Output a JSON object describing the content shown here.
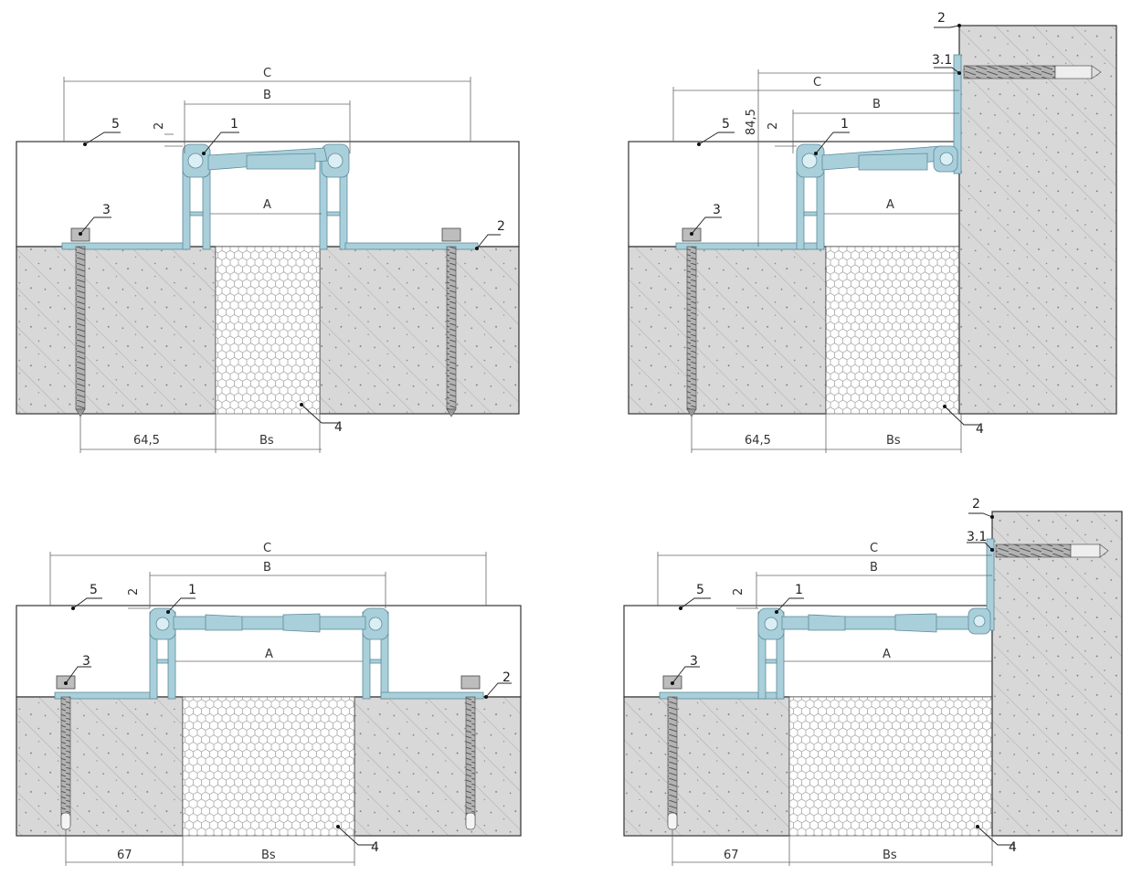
{
  "colors": {
    "profile": "#a9cfdb",
    "profile_stroke": "#5d8a99",
    "concrete": "#d8d8d8",
    "hatch": "#9a9a9a",
    "bolt": "#8c8c8c"
  },
  "icons": [
    "anchor-bolt-icon",
    "honeycomb-filler-icon",
    "concrete-hatch-icon"
  ],
  "panels": [
    {
      "label_profile": "1",
      "label_finish": "2",
      "label_anchor": "3",
      "label_filler": "4",
      "label_cover": "5",
      "dim_c": "C",
      "dim_b": "B",
      "dim_a": "A",
      "dim_bs": "Bs",
      "dim_offset": "64,5",
      "dim_gap": "2"
    },
    {
      "label_profile": "1",
      "label_finish": "2",
      "label_wall_anchor": "3.1",
      "label_anchor": "3",
      "label_filler": "4",
      "label_cover": "5",
      "dim_c": "C",
      "dim_b": "B",
      "dim_a": "A",
      "dim_bs": "Bs",
      "dim_offset": "64,5",
      "dim_gap": "2",
      "dim_height": "84,5"
    },
    {
      "label_profile": "1",
      "label_finish": "2",
      "label_anchor": "3",
      "label_filler": "4",
      "label_cover": "5",
      "dim_c": "C",
      "dim_b": "B",
      "dim_a": "A",
      "dim_bs": "Bs",
      "dim_offset": "67",
      "dim_gap": "2"
    },
    {
      "label_profile": "1",
      "label_finish": "2",
      "label_wall_anchor": "3.1",
      "label_anchor": "3",
      "label_filler": "4",
      "label_cover": "5",
      "dim_c": "C",
      "dim_b": "B",
      "dim_a": "A",
      "dim_bs": "Bs",
      "dim_offset": "67",
      "dim_gap": "2"
    }
  ]
}
